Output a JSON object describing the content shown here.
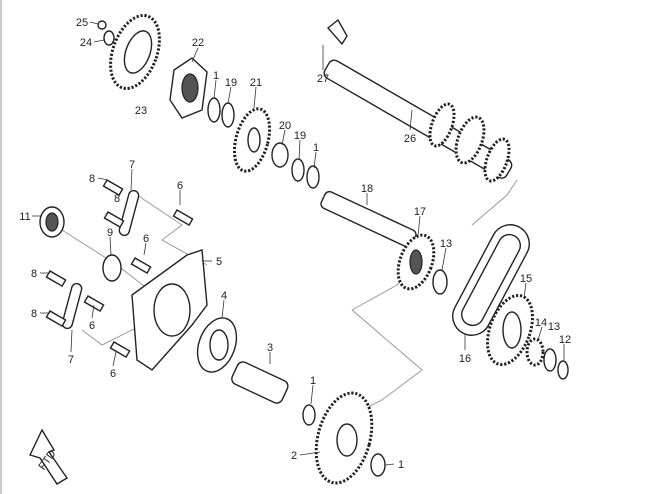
{
  "diagram": {
    "type": "exploded-parts-diagram",
    "labels": [
      "25",
      "24",
      "22",
      "1",
      "19",
      "21",
      "23",
      "27",
      "26",
      "20",
      "19",
      "1",
      "18",
      "17",
      "13",
      "8",
      "7",
      "8",
      "6",
      "11",
      "9",
      "6",
      "5",
      "8",
      "8",
      "6",
      "7",
      "6",
      "4",
      "3",
      "1",
      "15",
      "14",
      "13",
      "12",
      "16",
      "2",
      "1"
    ],
    "direction_marker": "FTD"
  }
}
